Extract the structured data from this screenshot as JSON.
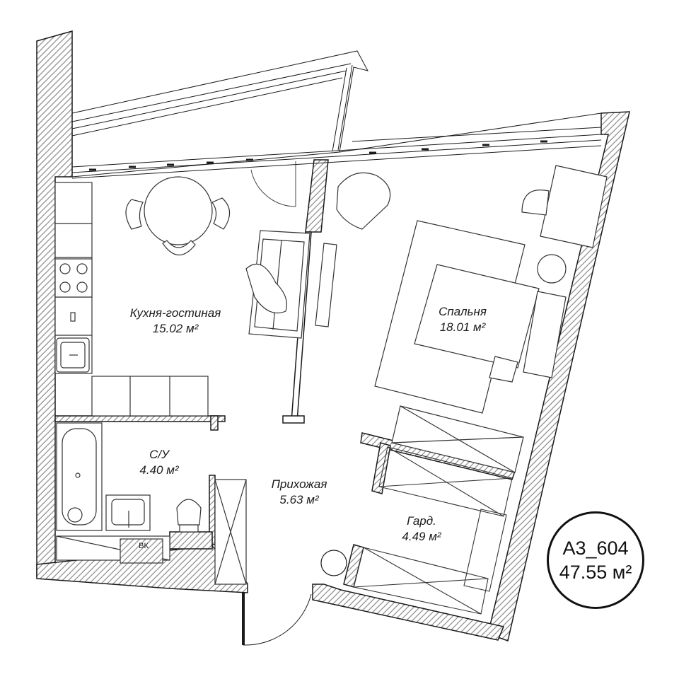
{
  "rooms": {
    "kitchen": {
      "name": "Кухня-гостиная",
      "area": "15.02 м²"
    },
    "bedroom": {
      "name": "Спальня",
      "area": "18.01 м²"
    },
    "bathroom": {
      "name": "С/У",
      "area": "4.40 м²"
    },
    "hallway": {
      "name": "Прихожая",
      "area": "5.63 м²"
    },
    "wardrobe": {
      "name": "Гард.",
      "area": "4.49 м²"
    }
  },
  "badge": {
    "code": "А3_604",
    "total_area": "47.55 м²"
  },
  "fixtures": {
    "vk_label": "ВК"
  },
  "colors": {
    "wall_hatch": "#8a8a8a",
    "line": "#1a1a1a",
    "furniture": "#444444"
  }
}
